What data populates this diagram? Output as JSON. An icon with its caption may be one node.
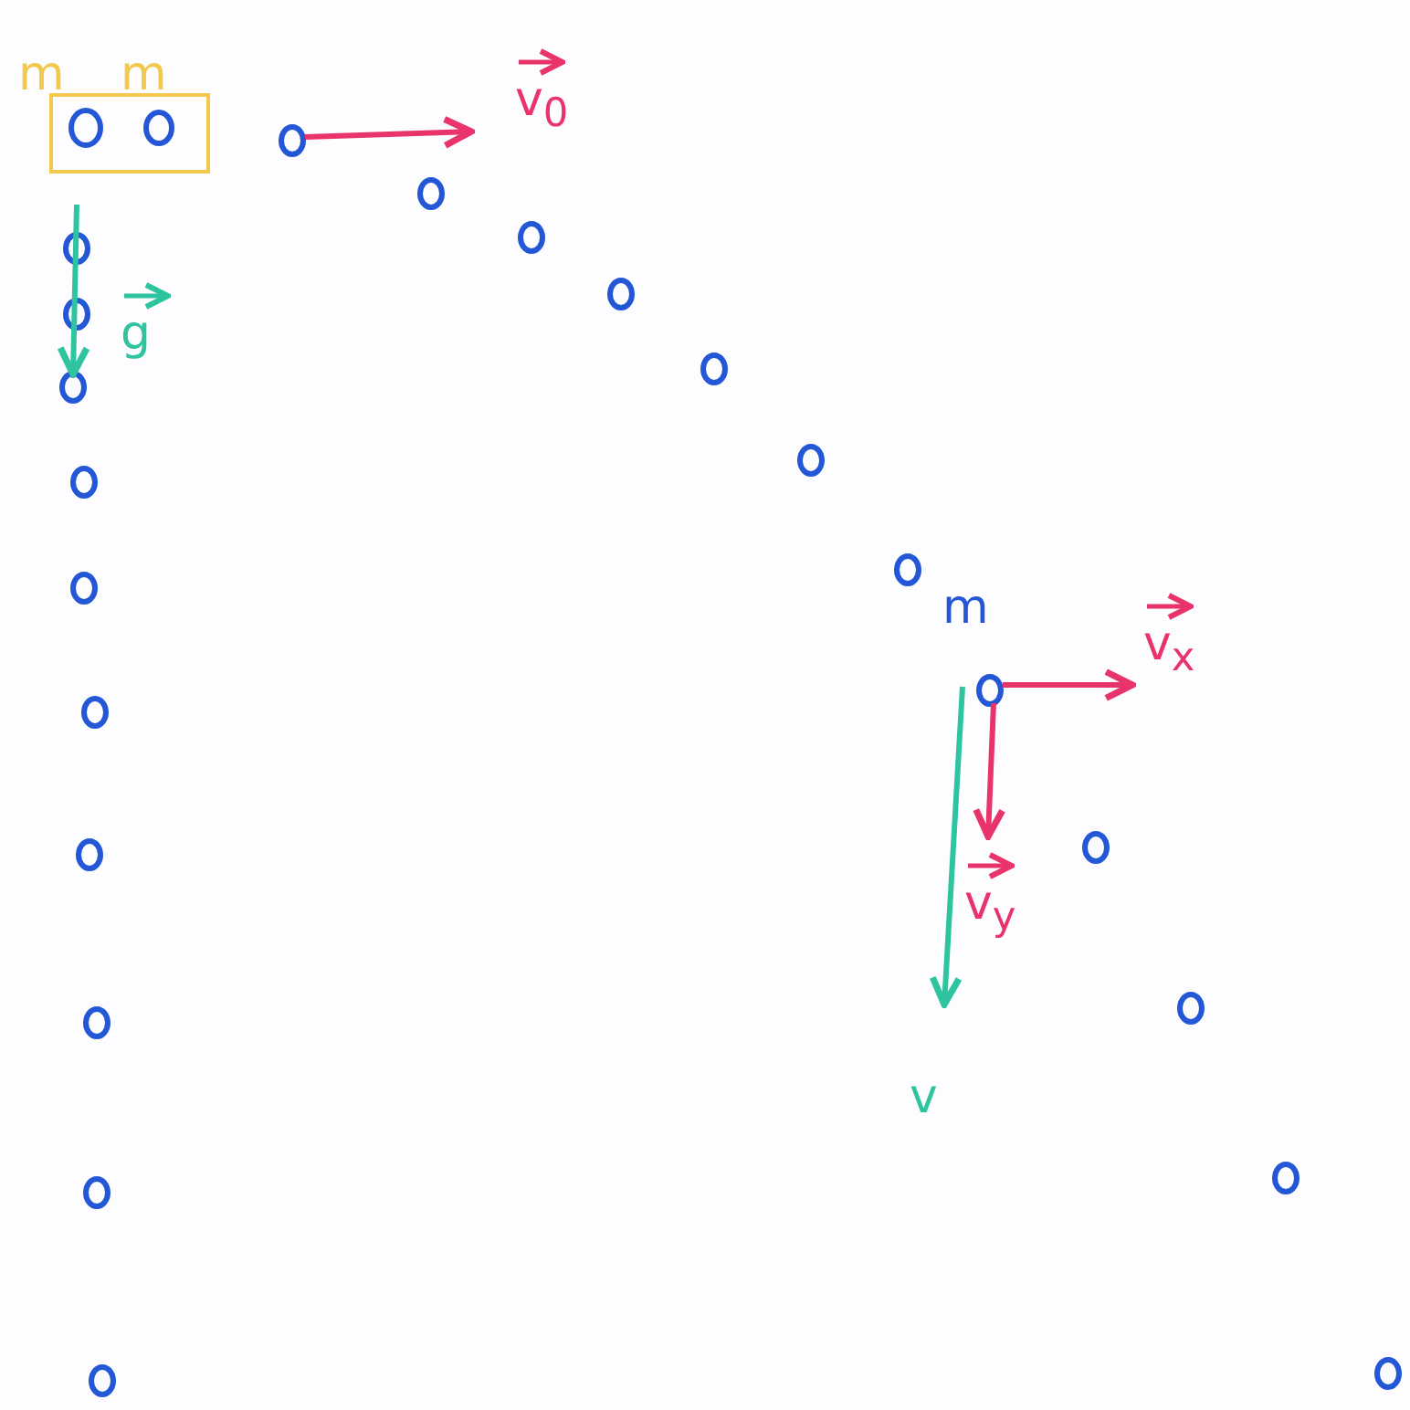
{
  "diagram": {
    "labels": [
      "m",
      "m",
      "v$_{0}$",
      "g",
      "m",
      "v$_{x}$",
      "v$_{y}$",
      "v"
    ]
  }
}
